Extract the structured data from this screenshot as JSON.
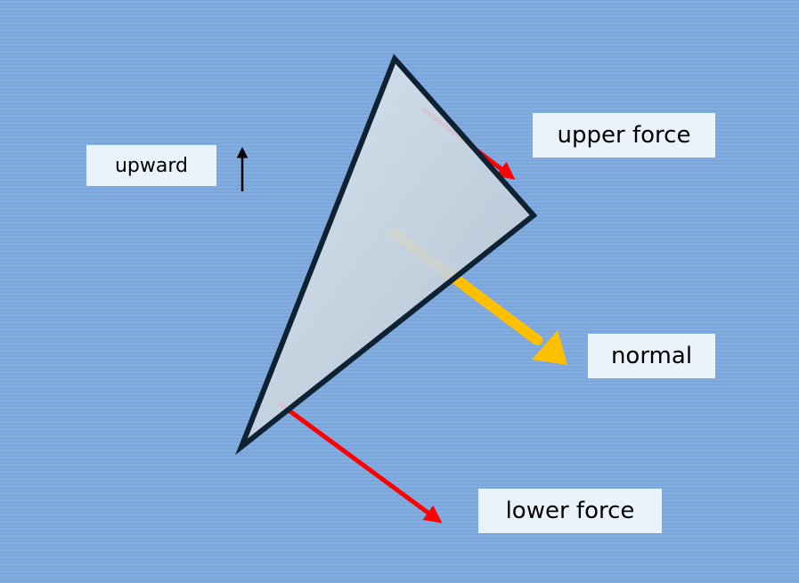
{
  "labels": {
    "upward": "upward",
    "upper_force": "upper force",
    "normal": "normal",
    "lower_force": "lower force"
  },
  "colors": {
    "background": "#7aa7de",
    "wing_outline": "#0e2233",
    "force_arrow": "#ff0000",
    "normal_arrow": "#ffc000",
    "up_arrow": "#000000",
    "label_box": "#eaf2fb"
  }
}
